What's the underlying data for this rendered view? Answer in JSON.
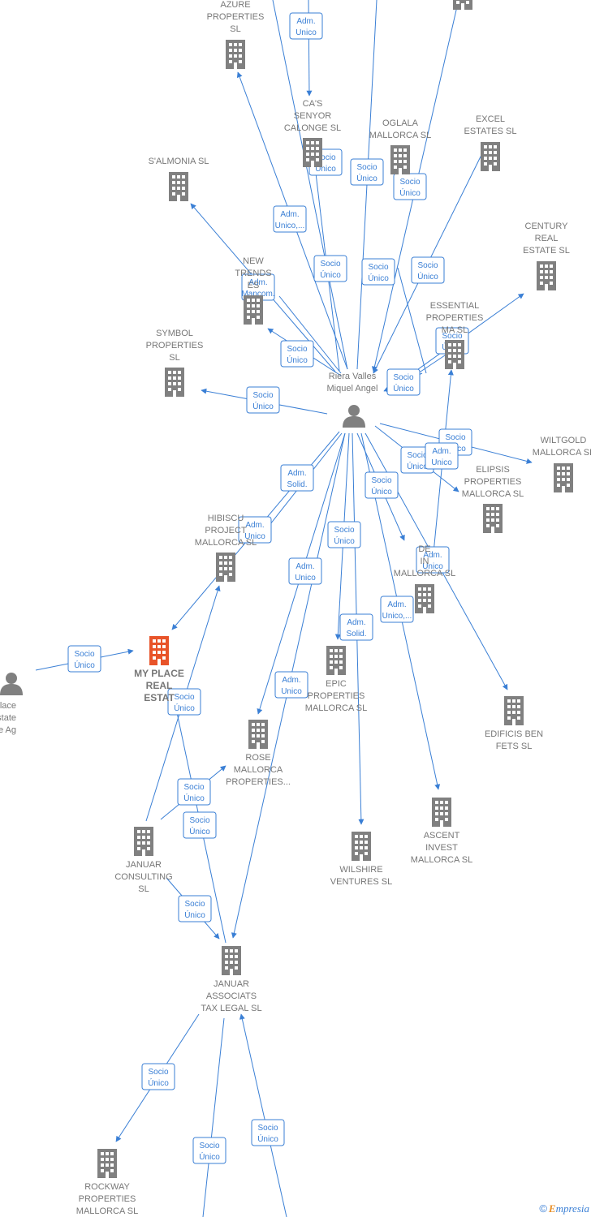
{
  "colors": {
    "edge": "#3a7fd5",
    "node": "#808080",
    "highlight": "#e8542a",
    "label": "#777777"
  },
  "footer": {
    "copyright": "©",
    "brand_e": "E",
    "brand_rest": "mpresia"
  },
  "nodes": [
    {
      "id": "riera",
      "kind": "person",
      "lines": [
        "Riera Valles",
        "Miquel Angel"
      ]
    },
    {
      "id": "myplace_ag",
      "kind": "person",
      "lines": [
        "y Place",
        "al Estate",
        "tique Ag"
      ]
    },
    {
      "id": "myplace",
      "kind": "company_main",
      "lines": [
        "MY PLACE",
        "REAL",
        "ESTAT"
      ]
    },
    {
      "id": "azure",
      "kind": "company",
      "lines": [
        "AZURE",
        "PROPERTIES",
        "SL"
      ]
    },
    {
      "id": "casenyor",
      "kind": "company",
      "lines": [
        "CA'S",
        "SENYOR",
        "CALONGE SL"
      ]
    },
    {
      "id": "oglala",
      "kind": "company",
      "lines": [
        "OGLALA",
        "MALLORCA SL"
      ]
    },
    {
      "id": "excel",
      "kind": "company",
      "lines": [
        "EXCEL",
        "ESTATES SL"
      ]
    },
    {
      "id": "salmonia",
      "kind": "company",
      "lines": [
        "S'ALMONIA SL"
      ]
    },
    {
      "id": "century",
      "kind": "company",
      "lines": [
        "CENTURY",
        "REAL",
        "ESTATE SL"
      ]
    },
    {
      "id": "newtrends",
      "kind": "company",
      "lines": [
        "NEW",
        "TRENDS",
        "ES"
      ]
    },
    {
      "id": "essential",
      "kind": "company",
      "lines": [
        "ESSENTIAL",
        "PROPERTIES",
        "MA SL"
      ]
    },
    {
      "id": "symbol",
      "kind": "company",
      "lines": [
        "SYMBOL",
        "PROPERTIES",
        "SL"
      ]
    },
    {
      "id": "wiltgold",
      "kind": "company",
      "lines": [
        "WILTGOLD",
        "MALLORCA SL"
      ]
    },
    {
      "id": "elipsis",
      "kind": "company",
      "lines": [
        "ELIPSIS",
        "PROPERTIES",
        "MALLORCA SL"
      ]
    },
    {
      "id": "hibiscus",
      "kind": "company",
      "lines": [
        "HIBISCU",
        "PROJECT",
        "MALLORCA SL"
      ]
    },
    {
      "id": "dei",
      "kind": "company",
      "lines": [
        "DE",
        "IN",
        "MALLORCA SL"
      ]
    },
    {
      "id": "epic",
      "kind": "company",
      "lines": [
        "EPIC",
        "PROPERTIES",
        "MALLORCA SL"
      ]
    },
    {
      "id": "edificis",
      "kind": "company",
      "lines": [
        "EDIFICIS BEN",
        "FETS SL"
      ]
    },
    {
      "id": "rose",
      "kind": "company",
      "lines": [
        "ROSE",
        "MALLORCA",
        "PROPERTIES..."
      ]
    },
    {
      "id": "ascent",
      "kind": "company",
      "lines": [
        "ASCENT",
        "INVEST",
        "MALLORCA SL"
      ]
    },
    {
      "id": "wilshire",
      "kind": "company",
      "lines": [
        "WILSHIRE",
        "VENTURES SL"
      ]
    },
    {
      "id": "januarc",
      "kind": "company",
      "lines": [
        "JANUAR",
        "CONSULTING",
        "SL"
      ]
    },
    {
      "id": "januara",
      "kind": "company",
      "lines": [
        "JANUAR",
        "ASSOCIATS",
        "TAX LEGAL SL"
      ]
    },
    {
      "id": "rockway",
      "kind": "company",
      "lines": [
        "ROCKWAY",
        "PROPERTIES",
        "MALLORCA SL"
      ]
    },
    {
      "id": "topright",
      "kind": "company",
      "lines": []
    }
  ],
  "relations": [
    {
      "lines": [
        "Adm.",
        "Unico"
      ]
    },
    {
      "lines": [
        "Adm.",
        "Unico,..."
      ]
    },
    {
      "lines": [
        "Socio",
        "Único"
      ]
    },
    {
      "lines": [
        "Socio",
        "Único"
      ]
    },
    {
      "lines": [
        "Socio",
        "Único"
      ]
    },
    {
      "lines": [
        "Socio",
        "Único"
      ]
    },
    {
      "lines": [
        "Socio",
        "Único"
      ]
    },
    {
      "lines": [
        "Socio",
        "Único"
      ]
    },
    {
      "lines": [
        "Adm.",
        "Mancom."
      ]
    },
    {
      "lines": [
        "Socio",
        "Único"
      ]
    },
    {
      "lines": [
        "Socio",
        "Único"
      ]
    },
    {
      "lines": [
        "Socio",
        "Único"
      ]
    },
    {
      "lines": [
        "Socio",
        "Único"
      ]
    },
    {
      "lines": [
        "Socio",
        "Único"
      ]
    },
    {
      "lines": [
        "Socio",
        "Único"
      ]
    },
    {
      "lines": [
        "Adm.",
        "Solid."
      ]
    },
    {
      "lines": [
        "Adm.",
        "Unico"
      ]
    },
    {
      "lines": [
        "Socio",
        "Único"
      ]
    },
    {
      "lines": [
        "Adm.",
        "Unico"
      ]
    },
    {
      "lines": [
        "Socio",
        "Único"
      ]
    },
    {
      "lines": [
        "Adm.",
        "Unico"
      ]
    },
    {
      "lines": [
        "Adm.",
        "Unico"
      ]
    },
    {
      "lines": [
        "Adm.",
        "Unico,..."
      ]
    },
    {
      "lines": [
        "Adm.",
        "Solid."
      ]
    },
    {
      "lines": [
        "Adm.",
        "Unico"
      ]
    },
    {
      "lines": [
        "Socio",
        "Único"
      ]
    },
    {
      "lines": [
        "Socio",
        "Único"
      ]
    },
    {
      "lines": [
        "Socio",
        "Único"
      ]
    },
    {
      "lines": [
        "Socio",
        "Único"
      ]
    },
    {
      "lines": [
        "Socio",
        "Único"
      ]
    },
    {
      "lines": [
        "Socio",
        "Único"
      ]
    },
    {
      "lines": [
        "Socio",
        "Único"
      ]
    },
    {
      "lines": [
        "Socio",
        "Único"
      ]
    }
  ]
}
